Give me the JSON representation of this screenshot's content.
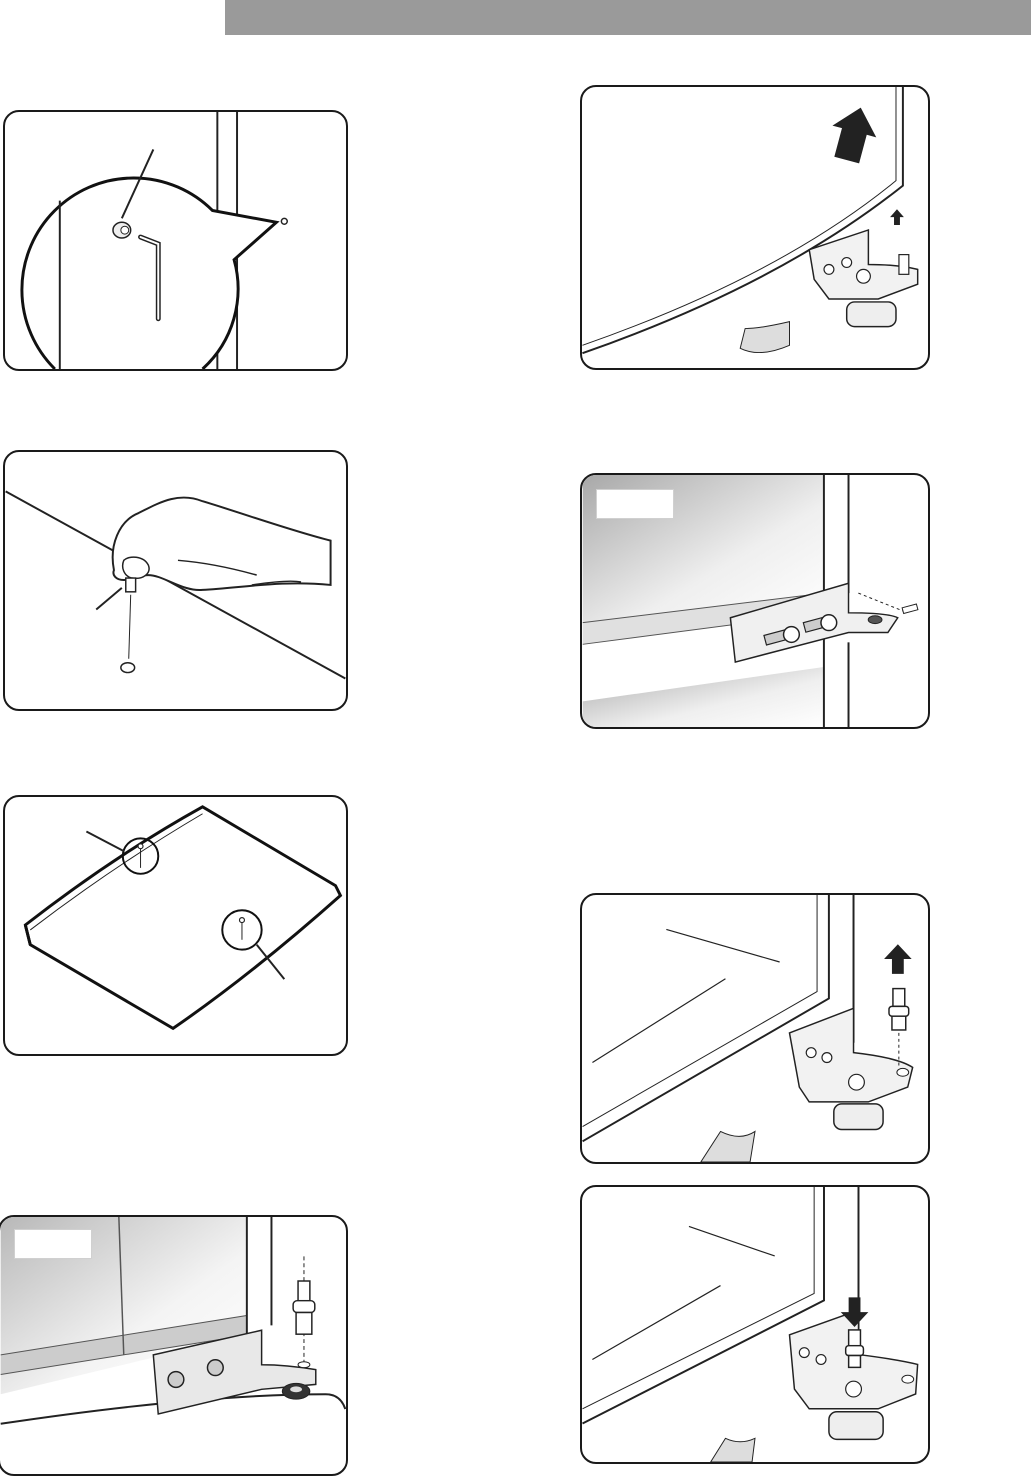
{
  "header": {
    "color": "#9a9a9a"
  },
  "figures": [
    {
      "id": "hinge-cap-removal",
      "icons": [
        "allen-key-icon",
        "hinge-cap-icon",
        "callout-icon"
      ]
    },
    {
      "id": "hand-remove-pin",
      "icons": [
        "hand-icon",
        "hinge-pin-icon"
      ]
    },
    {
      "id": "door-top-holes",
      "icons": [
        "door-panel-icon",
        "screw-hole-icon"
      ]
    },
    {
      "id": "lift-door-off",
      "icons": [
        "arrow-up-icon",
        "hinge-bracket-icon",
        "leveling-foot-icon"
      ]
    },
    {
      "id": "middle-hinge-bolts",
      "label": "",
      "icons": [
        "bolt-icon",
        "screw-icon",
        "hinge-bracket-icon"
      ]
    },
    {
      "id": "remove-hinge-pin",
      "icons": [
        "arrow-up-icon",
        "hinge-pin-icon",
        "leveling-foot-icon"
      ]
    },
    {
      "id": "bottom-hinge-pin",
      "label": "",
      "icons": [
        "hinge-pin-icon",
        "washer-icon",
        "hinge-bracket-icon"
      ]
    },
    {
      "id": "insert-hinge-pin",
      "icons": [
        "arrow-down-icon",
        "hinge-pin-icon",
        "leveling-foot-icon"
      ]
    }
  ]
}
